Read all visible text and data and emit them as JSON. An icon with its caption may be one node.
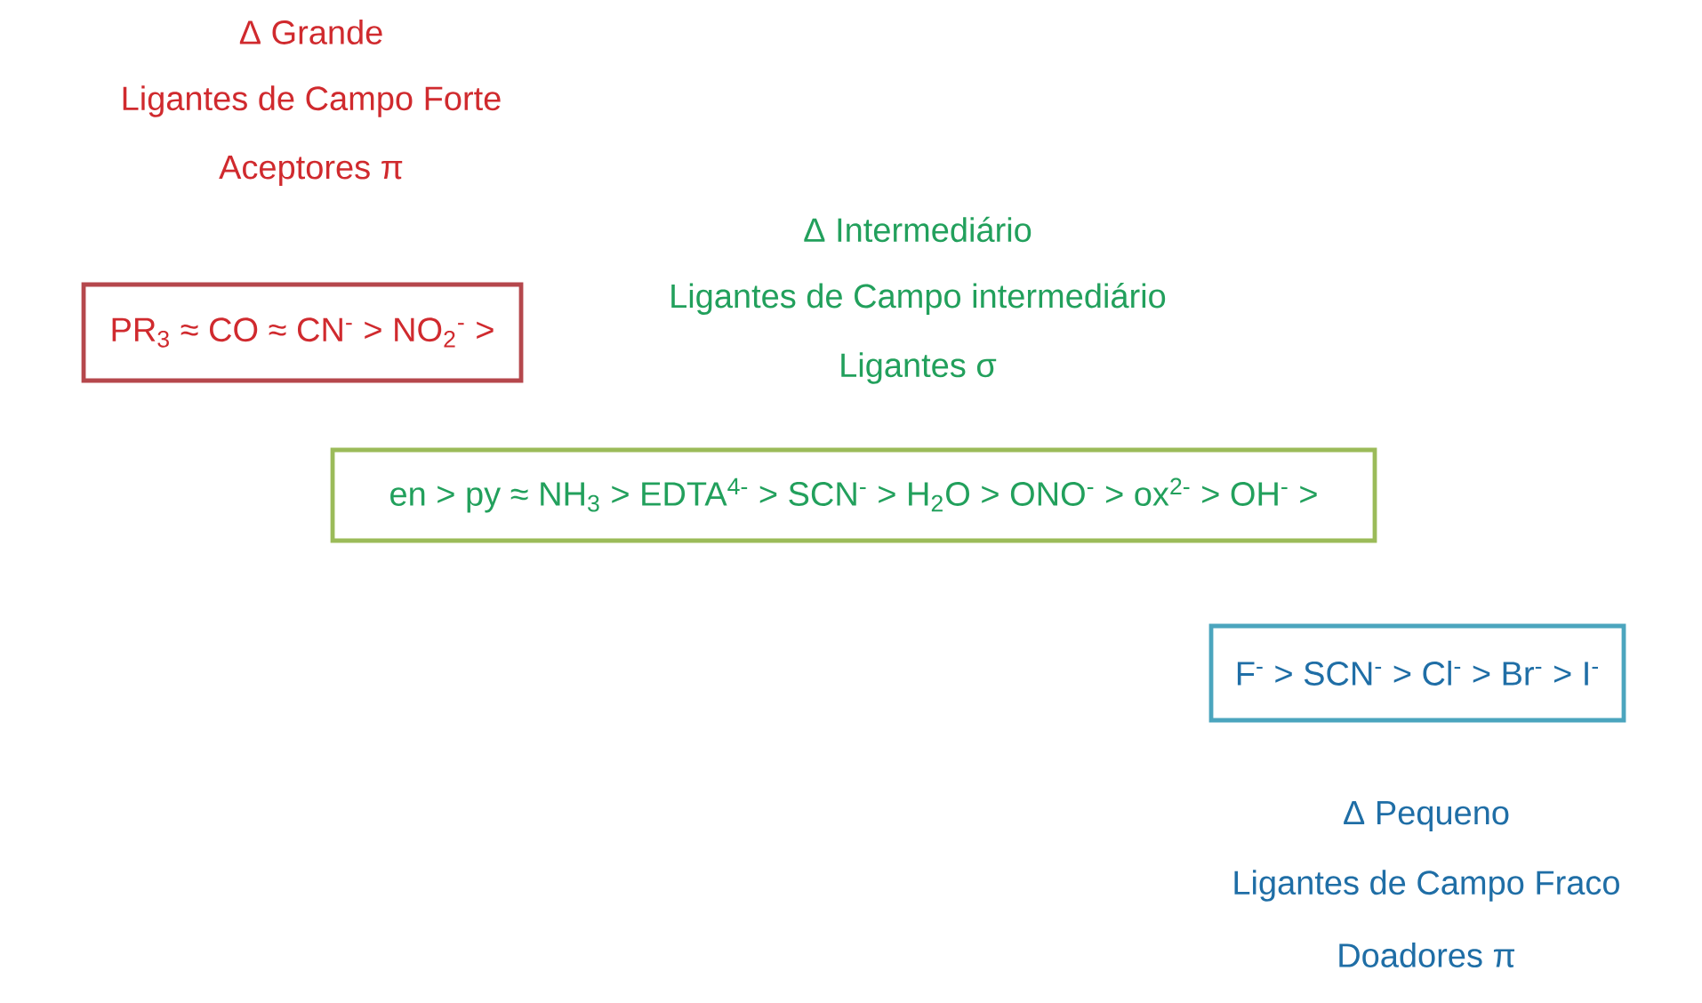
{
  "diagram": {
    "nodes": [
      {
        "text": [
          "PR$_{3}$ ≈ CO ≈ CN$^{-}$ > NO$_{2}$$^{-}$ >"
        ],
        "beside": [
          "Δ Grande",
          "Ligantes de Campo Forte",
          "Aceptores π"
        ]
      },
      {
        "text": [
          "en > py ≈ NH$_{3}$ > EDTA$^{4-}$ > SCN$^{-}$ > H$_{2}$O > ONO$^{-}$ > ox$^{2-}$ > OH$^{-}$ >"
        ],
        "beside": [
          "Δ Intermediário",
          "Ligantes de Campo intermediário",
          "Ligantes σ"
        ]
      },
      {
        "text": [
          "F$^{-}$ > SCN$^{-}$ > Cl$^{-}$ > Br$^{-}$ > I$^{-}$"
        ],
        "beside": [
          "Δ Pequeno",
          "Ligantes de Campo Fraco",
          "Doadores π"
        ]
      }
    ]
  }
}
